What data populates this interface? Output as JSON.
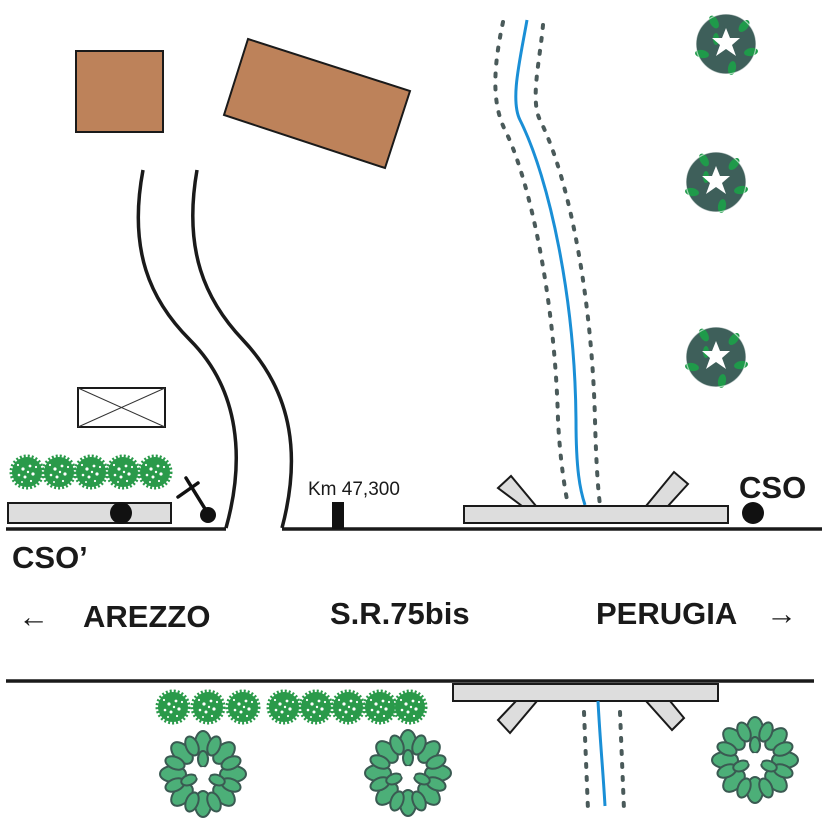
{
  "map": {
    "road_name": "S.R.75bis",
    "direction_left": "AREZZO",
    "direction_right": "PERUGIA",
    "arrow_left": "←",
    "arrow_right": "→",
    "km_marker": "Km 47,300",
    "cso_right": "CSO",
    "cso_left": "CSO’",
    "colors": {
      "building": "#bd825a",
      "river": "#1a8fd6",
      "riverbank_dots": "#4a5a5a",
      "tree_dark": "#3c5e58",
      "tree_light": "#1f9a4a",
      "tree_round": "#4caf78",
      "hedge": "#2a9a4a",
      "bridge": "#dddddd",
      "road_line": "#1a1a1a"
    }
  }
}
